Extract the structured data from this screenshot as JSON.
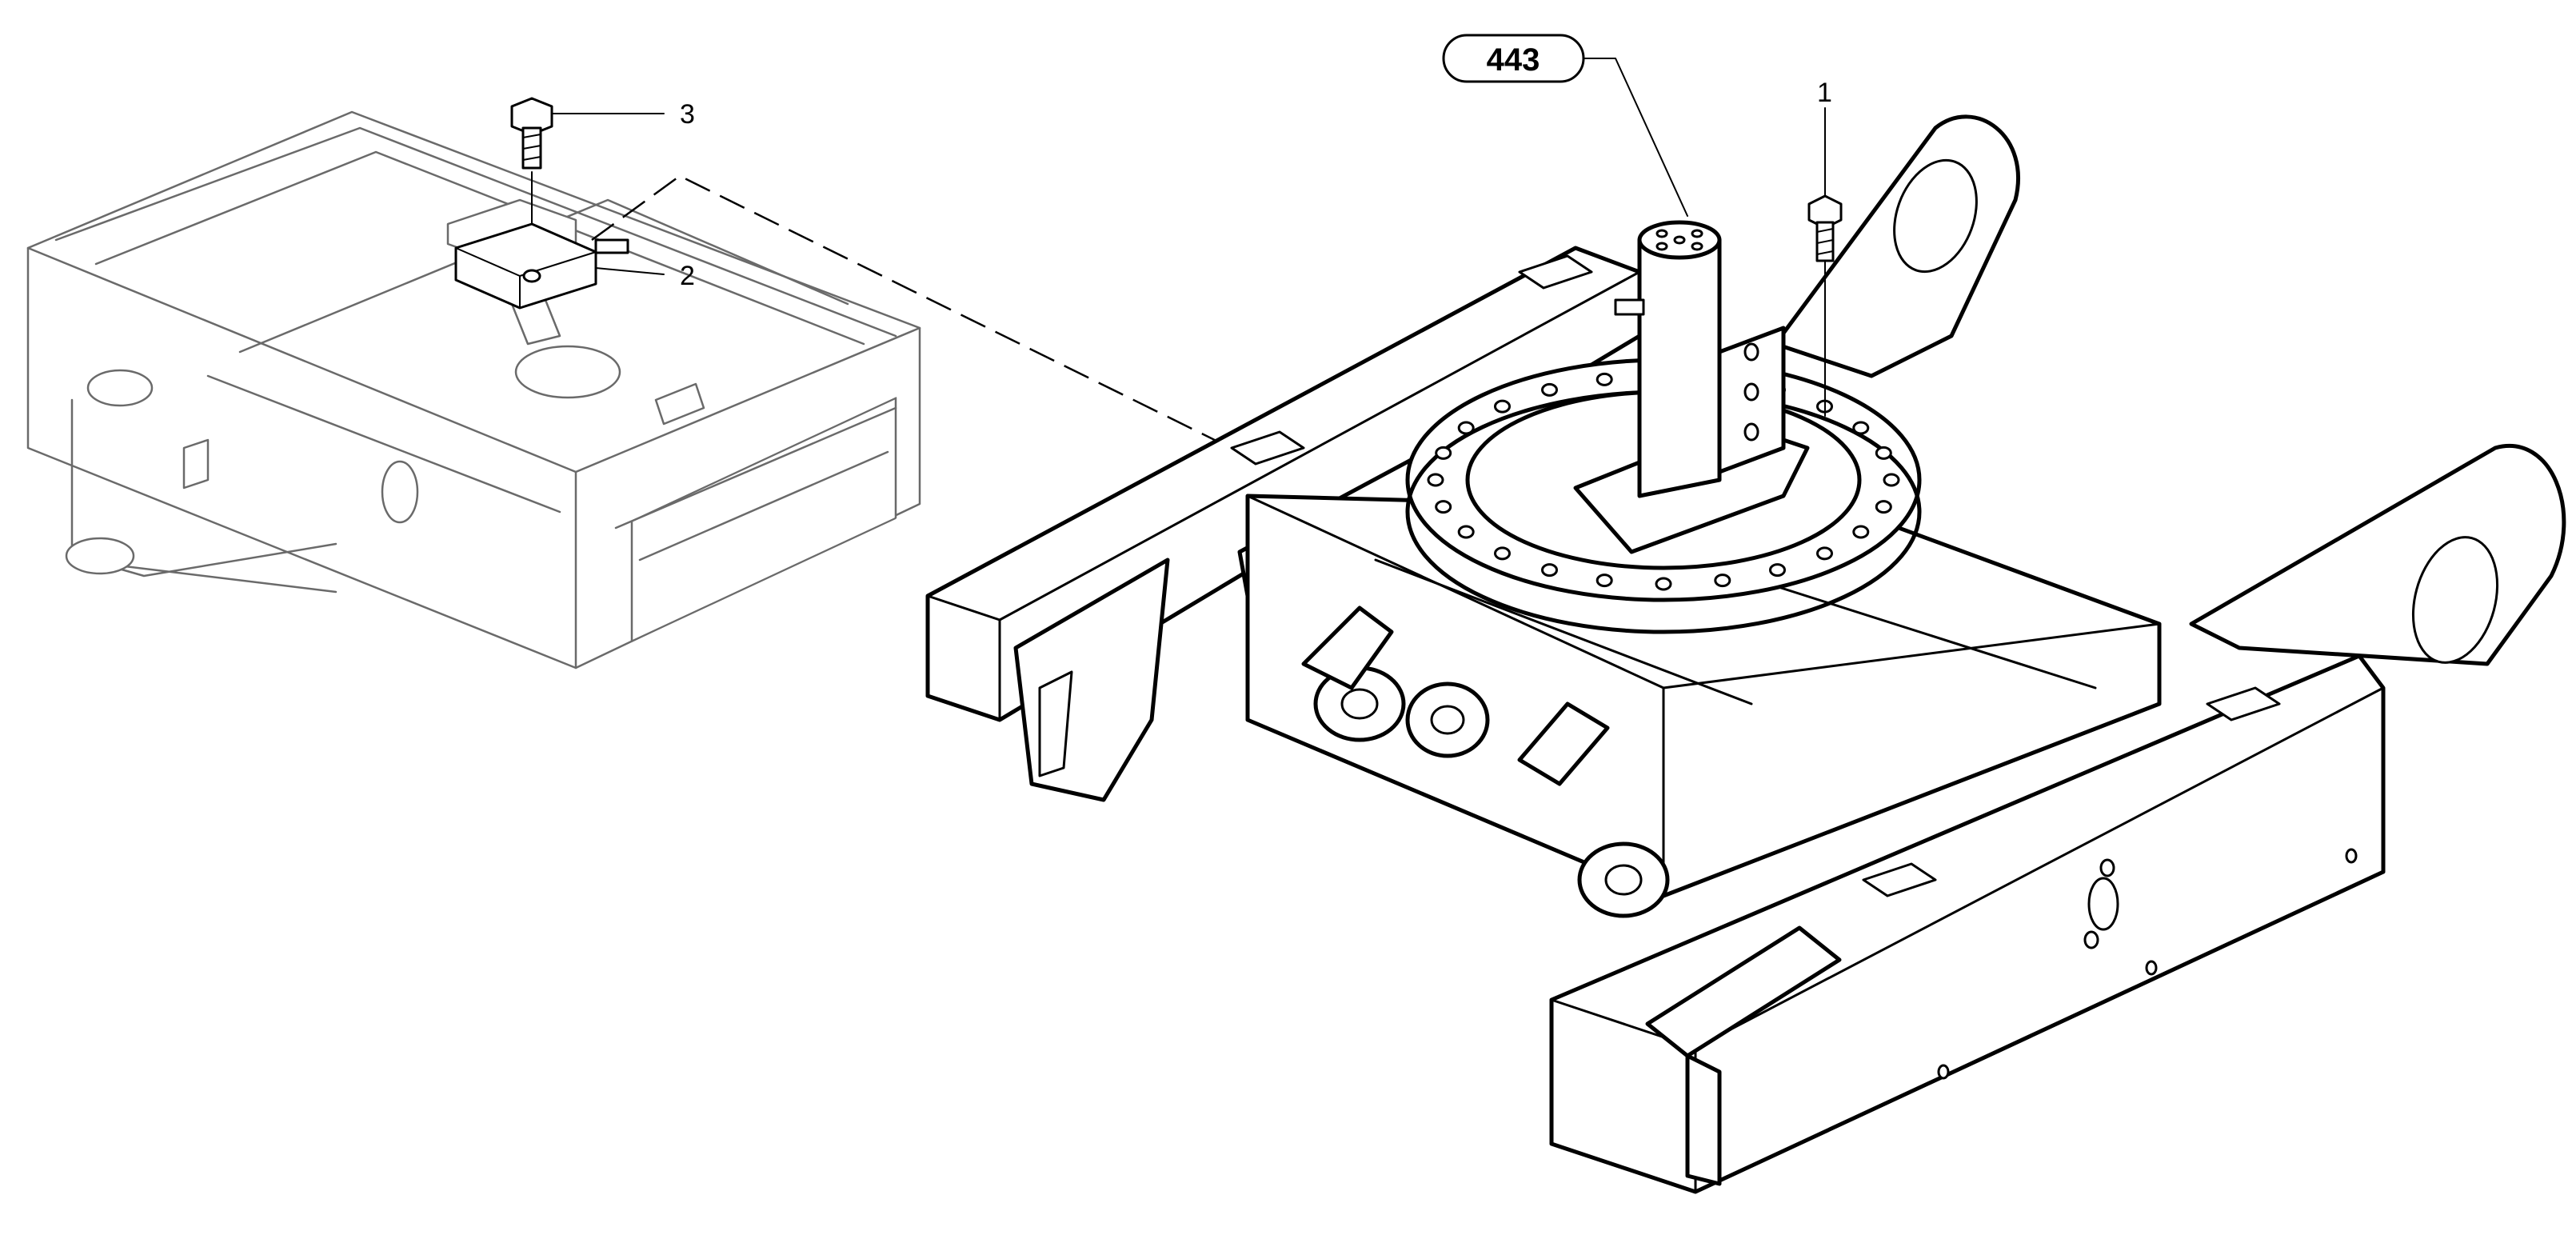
{
  "callouts": {
    "group_ref": "443",
    "part_1": "1",
    "part_2": "2",
    "part_3": "3"
  }
}
